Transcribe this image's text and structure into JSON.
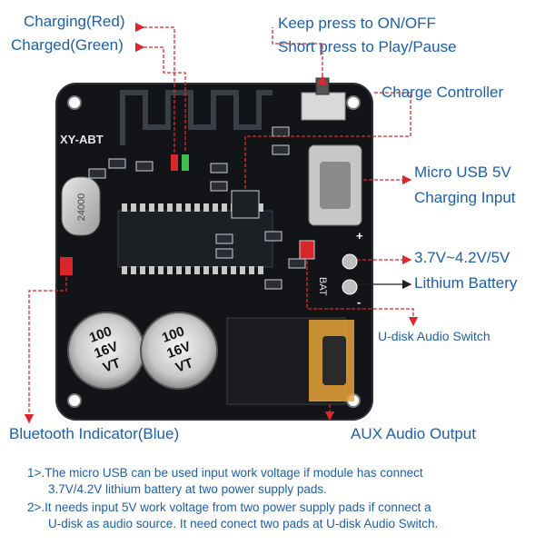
{
  "labels": {
    "charging_red": "Charging(Red)",
    "charged_green": "Charged(Green)",
    "keep_press": "Keep press to ON/OFF",
    "short_press": "Short press to Play/Pause",
    "charge_controller": "Charge Controller",
    "micro_usb_line1": "Micro USB 5V",
    "micro_usb_line2": "Charging Input",
    "voltage": "3.7V~4.2V/5V",
    "lithium_battery": "Lithium Battery",
    "udisk_switch": "U-disk Audio Switch",
    "bluetooth_indicator": "Bluetooth Indicator(Blue)",
    "aux_output": "AUX Audio Output"
  },
  "notes": {
    "note1_line1": "1>.The micro USB can be used input work voltage if module has connect",
    "note1_line2": "3.7V/4.2V lithium battery at two power supply pads.",
    "note2_line1": "2>.It needs input 5V work voltage from two power supply pads if connect a",
    "note2_line2": "U-disk as audio source. It need conect two pads at U-disk Audio Switch."
  },
  "board": {
    "model": "XY-ABT",
    "crystal": "24000",
    "cap_left_line1": "100",
    "cap_left_line2": "16V",
    "cap_left_line3": "VT",
    "cap_right_line1": "100",
    "cap_right_line2": "16V",
    "cap_right_line3": "VT",
    "bat_label": "BAT",
    "plus": "+",
    "minus": "-"
  },
  "colors": {
    "label_text": "#1f5fa8",
    "leader_line": "#e0262b",
    "pcb": "#121417"
  }
}
